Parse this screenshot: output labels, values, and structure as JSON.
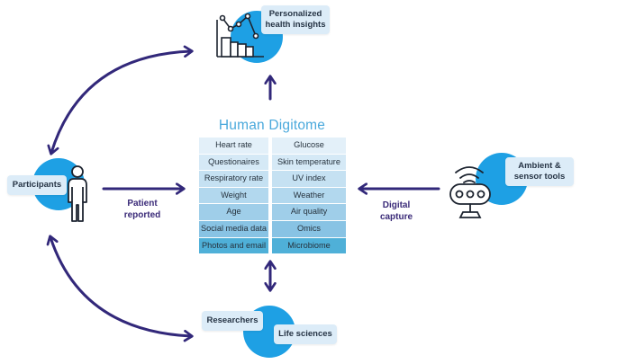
{
  "title": "Human Digitome",
  "colors": {
    "arrow": "#32287a",
    "circle": "#1ea0e4",
    "badge_bg": "#dcecf8",
    "title": "#4aa9dc",
    "cell_shades": [
      "#e3f0f9",
      "#d5e9f6",
      "#c5e1f2",
      "#b2d8ee",
      "#9fcee9",
      "#88c3e4",
      "#4fb0d8"
    ]
  },
  "table": {
    "left_column": [
      "Heart rate",
      "Questionaires",
      "Respiratory rate",
      "Weight",
      "Age",
      "Social media data",
      "Photos and email"
    ],
    "right_column": [
      "Glucose",
      "Skin temperature",
      "UV index",
      "Weather",
      "Air quality",
      "Omics",
      "Microbiome"
    ]
  },
  "nodes": {
    "insights": {
      "label": "Personalized health insights",
      "icon": "chart-icon"
    },
    "participants": {
      "label": "Participants",
      "icon": "person-icon"
    },
    "ambient": {
      "label": "Ambient & sensor tools",
      "icon": "sensor-device-icon"
    },
    "researchers": {
      "label": "Researchers"
    },
    "life_sciences": {
      "label": "Life sciences"
    }
  },
  "arrows": {
    "patient_reported": {
      "line1": "Patient",
      "line2": "reported"
    },
    "digital_capture": {
      "line1": "Digital",
      "line2": "capture"
    }
  }
}
